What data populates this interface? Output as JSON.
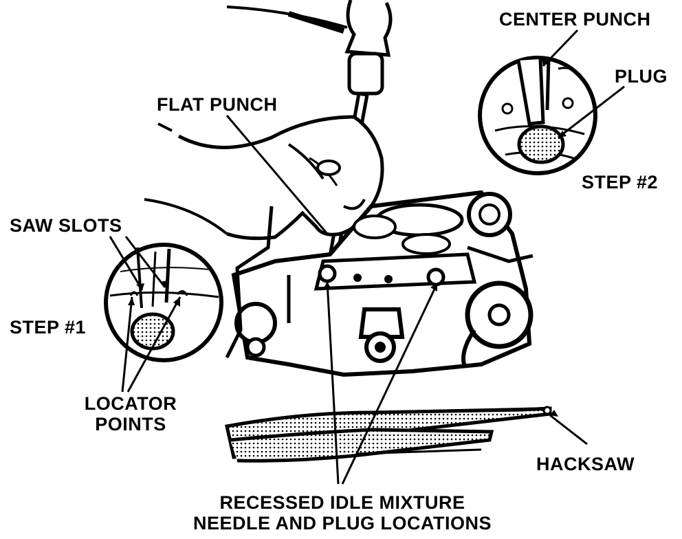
{
  "labels": {
    "center_punch": "CENTER PUNCH",
    "plug": "PLUG",
    "flat_punch": "FLAT PUNCH",
    "step2": "STEP #2",
    "saw_slots": "SAW SLOTS",
    "step1": "STEP #1",
    "locator_line1": "LOCATOR",
    "locator_line2": "POINTS",
    "hacksaw": "HACKSAW",
    "recessed_line1": "RECESSED IDLE MIXTURE",
    "recessed_line2": "NEEDLE AND PLUG LOCATIONS"
  },
  "colors": {
    "ink": "#000000",
    "paper": "#ffffff"
  }
}
